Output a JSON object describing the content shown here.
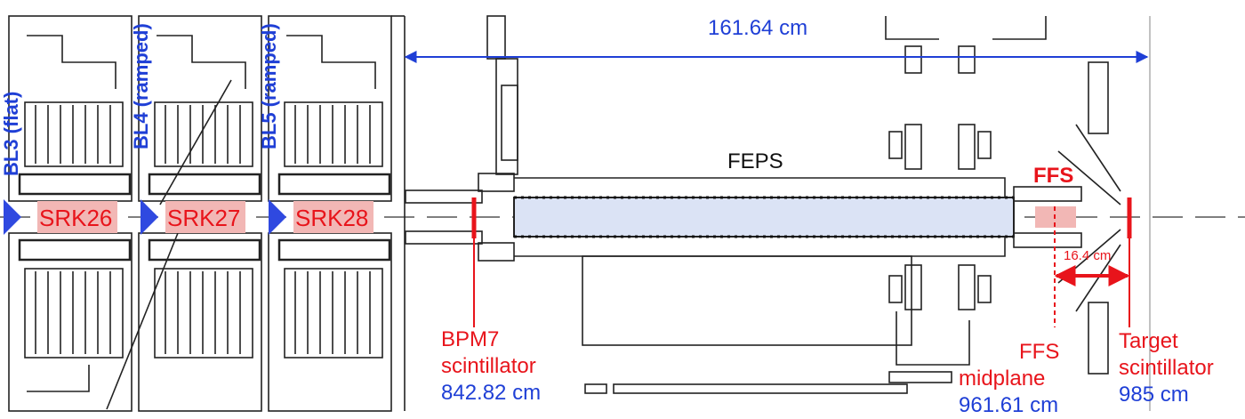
{
  "colors": {
    "red": "#e8141b",
    "blue": "#1f3fd6",
    "highlight": "#f2b7b5",
    "beam_pipe": "#dbe3f5",
    "line": "#222222"
  },
  "dimension": {
    "label": "161.64 cm"
  },
  "beamlines": [
    {
      "label": "BL3 (flat)"
    },
    {
      "label": "BL4 (ramped)"
    },
    {
      "label": "BL5 (ramped)"
    }
  ],
  "cavities": [
    {
      "label": "SRK26"
    },
    {
      "label": "SRK27"
    },
    {
      "label": "SRK28"
    }
  ],
  "feps": {
    "label": "FEPS"
  },
  "ffs": {
    "label": "FFS"
  },
  "ffs_gap": {
    "label": "16.4 cm"
  },
  "bpm7": {
    "line1": "BPM7",
    "line2": "scintillator",
    "position": "842.82 cm"
  },
  "ffs_midplane": {
    "line1": "FFS",
    "line2": "midplane",
    "position": "961.61 cm"
  },
  "target": {
    "line1": "Target",
    "line2": "scintillator",
    "position": "985 cm"
  }
}
